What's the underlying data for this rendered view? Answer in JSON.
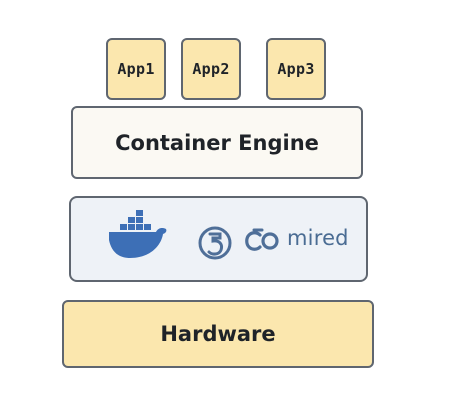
{
  "apps": [
    {
      "label": "App1"
    },
    {
      "label": "App2"
    },
    {
      "label": "App3"
    }
  ],
  "engine": {
    "label": "Container Engine"
  },
  "runtime": {
    "logos": [
      "docker-whale-icon",
      "swirl-icon",
      "co-icon"
    ],
    "wordmark": "mired"
  },
  "hardware": {
    "label": "Hardware"
  },
  "colors": {
    "app_fill": "#fbe7ae",
    "engine_fill": "#fbf9f3",
    "runtime_fill": "#eef2f7",
    "hardware_fill": "#fbe7ae",
    "border": "#5f6670",
    "logo_blue": "#3d6fb6"
  }
}
